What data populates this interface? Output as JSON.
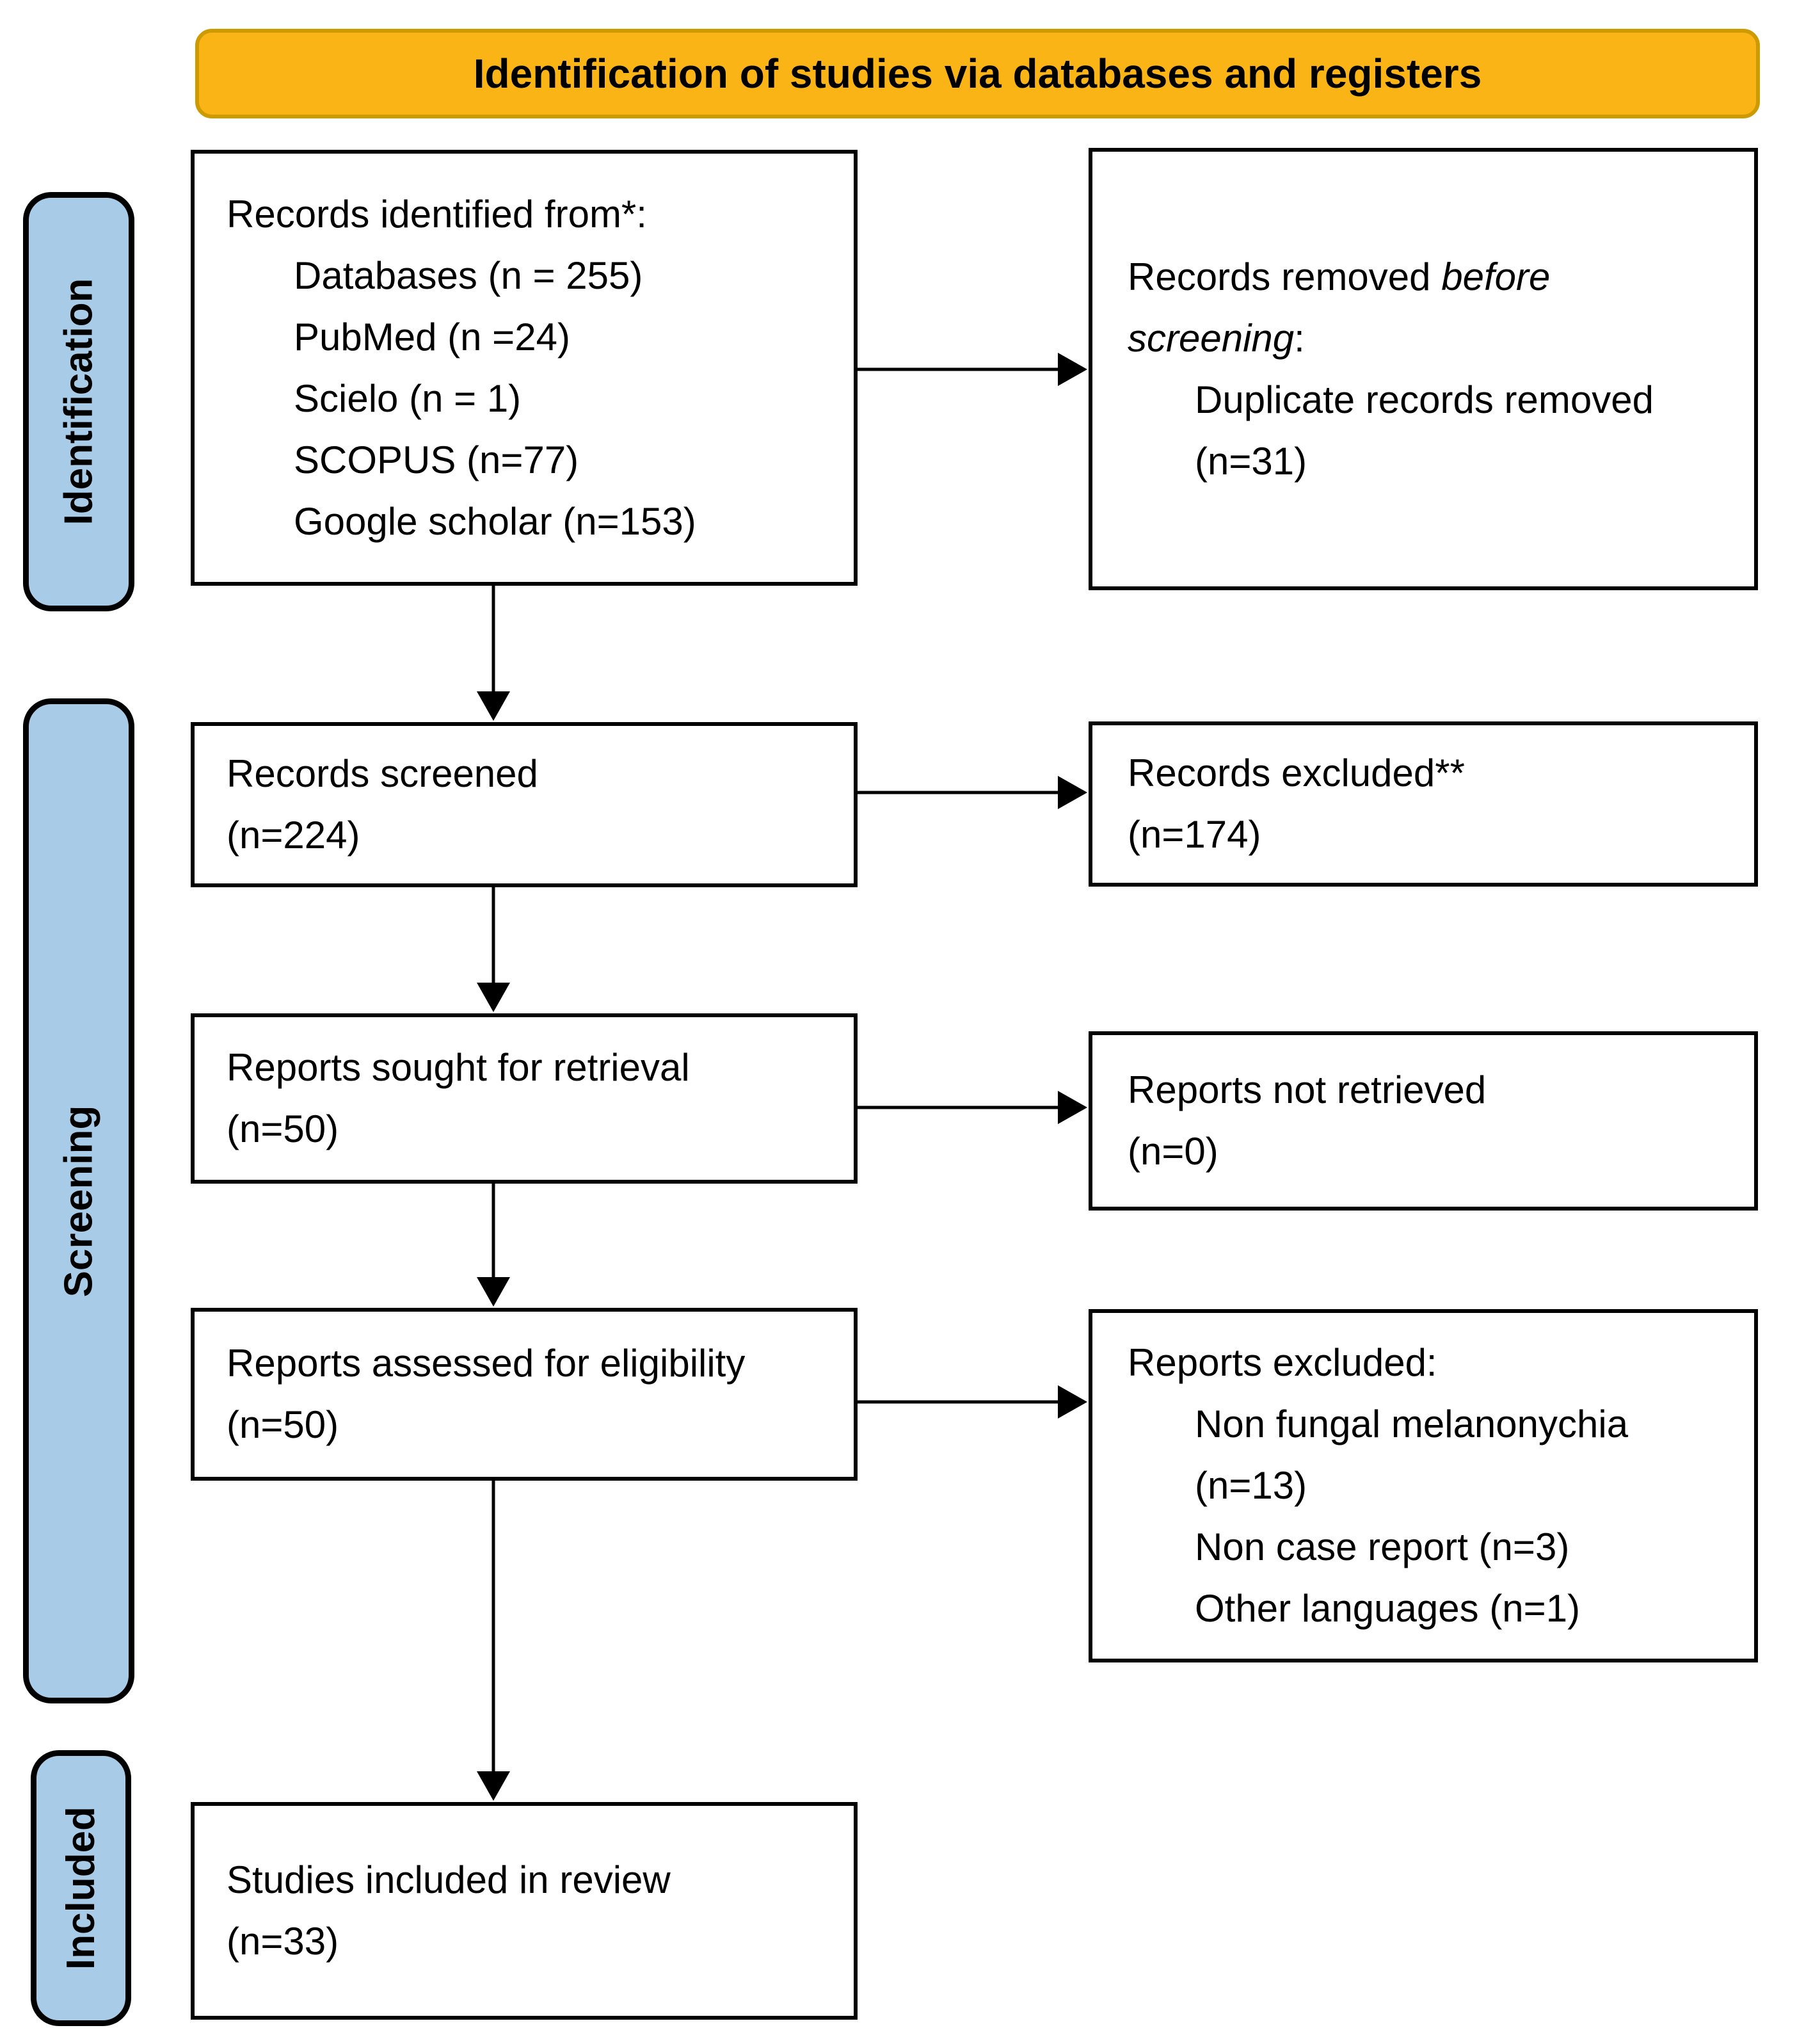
{
  "banner": {
    "title": "Identification of studies via databases and registers"
  },
  "sidebar": {
    "identification": "Identification",
    "screening": "Screening",
    "included": "Included"
  },
  "boxes": {
    "records_identified": {
      "title": "Records identified from*:",
      "items": [
        "Databases (n = 255)",
        "PubMed (n =24)",
        "Scielo (n = 1)",
        "SCOPUS (n=77)",
        "Google scholar (n=153)"
      ]
    },
    "records_removed": {
      "line1_plain": "Records removed ",
      "line1_italic": "before",
      "line2_italic": "screening",
      "line2_suffix": ":",
      "items": [
        "Duplicate records removed",
        "(n=31)"
      ]
    },
    "records_screened": {
      "title": "Records screened",
      "count": "(n=224)"
    },
    "records_excluded": {
      "title": "Records excluded**",
      "count": "(n=174)"
    },
    "reports_sought": {
      "title": "Reports sought for retrieval",
      "count": "(n=50)"
    },
    "reports_not_retrieved": {
      "title": "Reports not retrieved",
      "count": "(n=0)"
    },
    "reports_assessed": {
      "title": "Reports assessed for eligibility",
      "count": "(n=50)"
    },
    "reports_excluded": {
      "title": "Reports excluded:",
      "items": [
        "Non fungal melanonychia",
        "(n=13)",
        "Non case report (n=3)",
        "Other languages (n=1)"
      ]
    },
    "studies_included": {
      "title": "Studies included in review",
      "count": "(n=33)"
    }
  },
  "colors": {
    "page_bg": "#FFFFFF",
    "banner_fill": "#FBB416",
    "banner_border": "#CE9A02",
    "stage_fill": "#A8CCE8",
    "box_bg": "#FFFFFF",
    "line_color": "#000000"
  }
}
